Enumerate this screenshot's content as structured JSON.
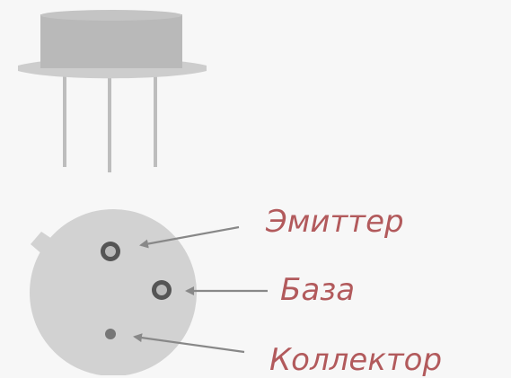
{
  "labels": {
    "emitter": "Эмиттер",
    "base": "База",
    "collector": "Коллектор"
  },
  "colors": {
    "background": "#f7f7f7",
    "label": "#b25a5c",
    "body": "#b9b9b9",
    "flange": "#cdcdcd",
    "leads": "#bdbdbd",
    "pin_ring": "#555555",
    "arrow": "#888888"
  }
}
